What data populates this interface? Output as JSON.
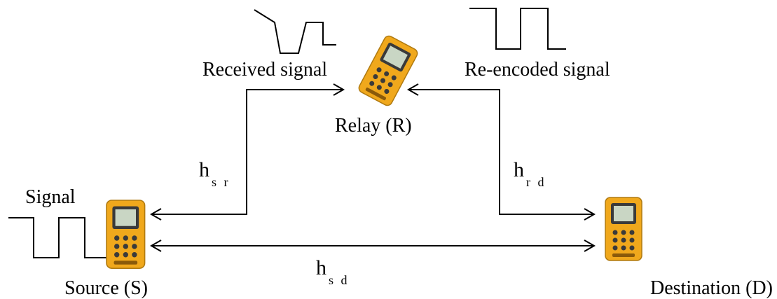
{
  "labels": {
    "received_signal": "Received signal",
    "reencoded_signal": "Re-encoded signal",
    "relay": "Relay (R)",
    "signal": "Signal",
    "source": "Source (S)",
    "destination": "Destination (D)"
  },
  "channels": {
    "sr": {
      "main": "h",
      "sub": "s r"
    },
    "rd": {
      "main": "h",
      "sub": "r d"
    },
    "sd": {
      "main": "h",
      "sub": "s d"
    }
  },
  "colors": {
    "device_body": "#f0a81c",
    "device_dark": "#3a3a3a",
    "device_screen": "#c9d6c4",
    "line": "#000000"
  }
}
